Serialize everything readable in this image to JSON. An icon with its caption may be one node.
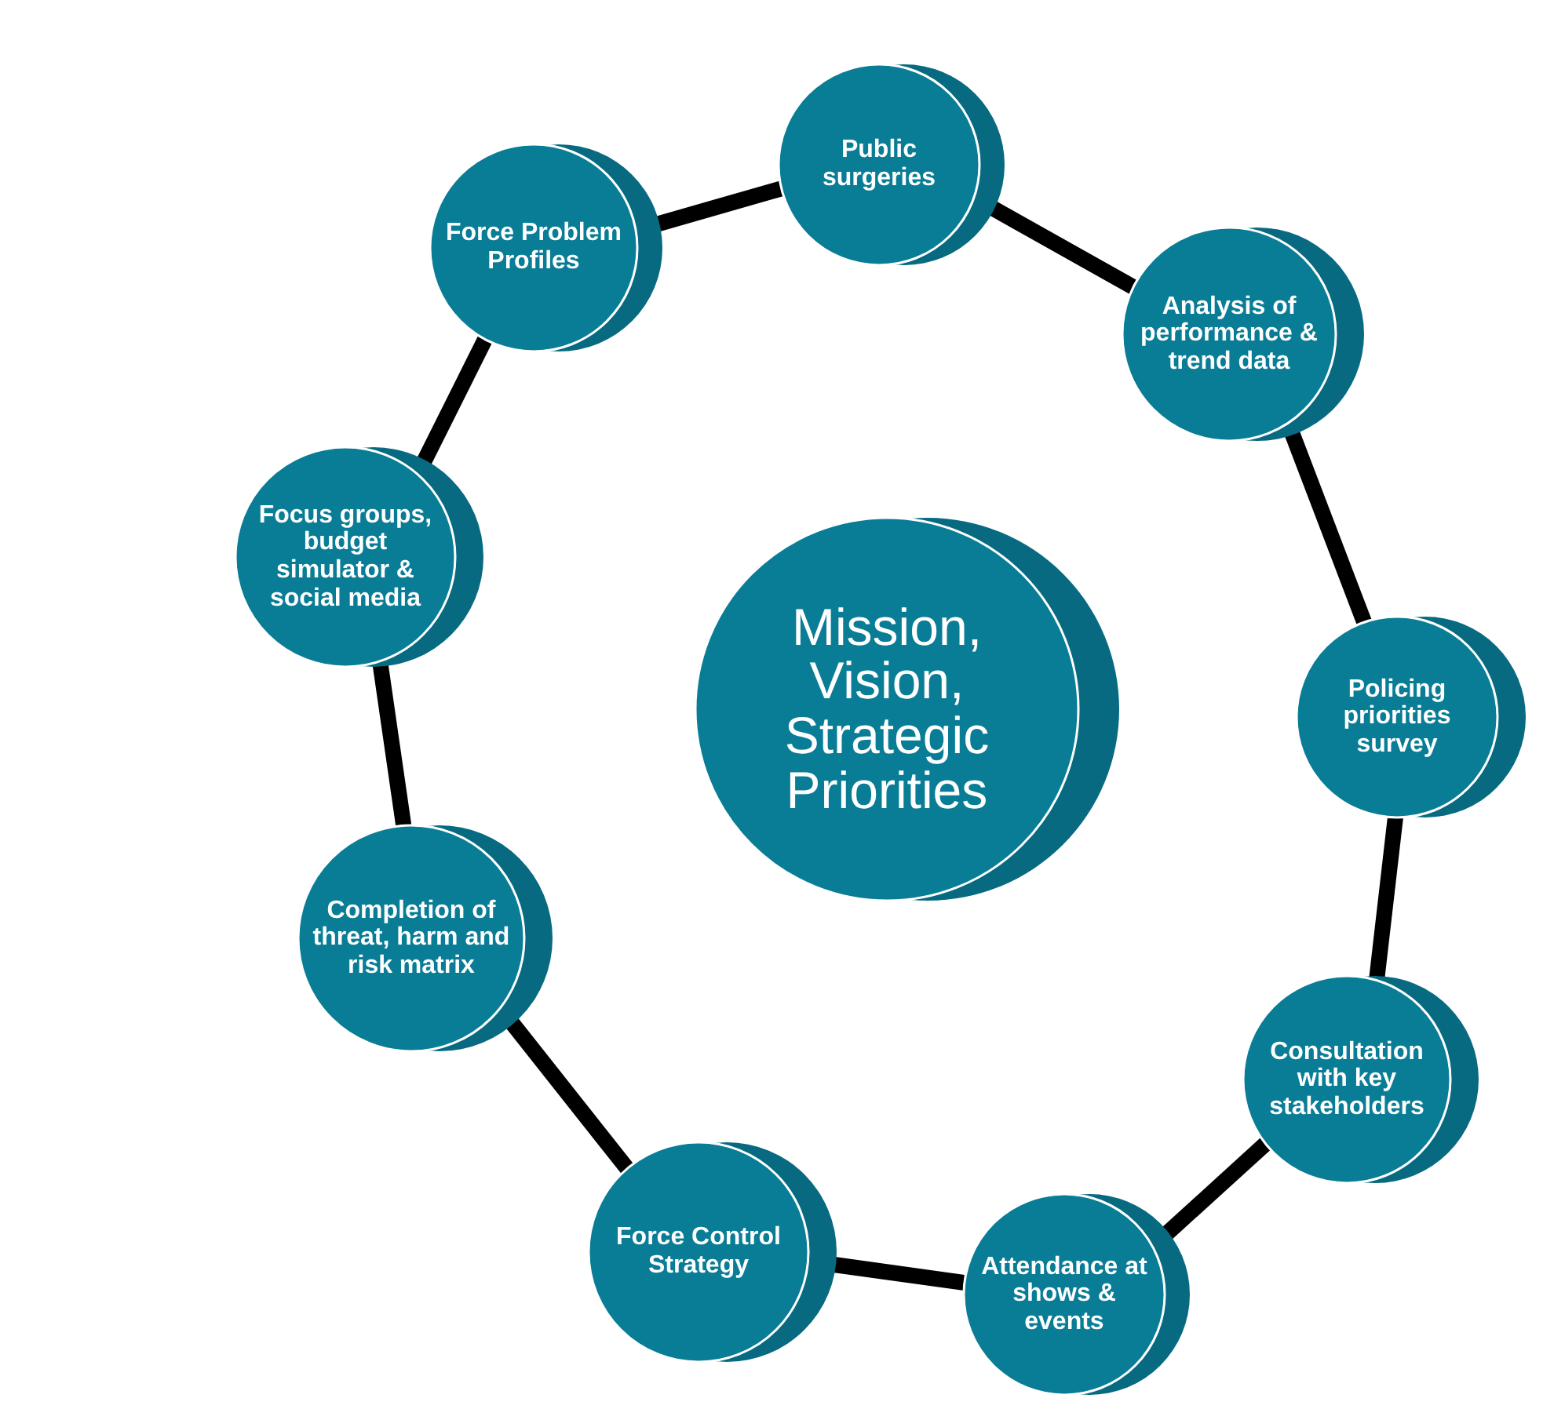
{
  "diagram": {
    "nodes": [
      {
        "text": [
          "Mission, Vision, Strategic Priorities"
        ]
      },
      {
        "text": [
          "Public surgeries"
        ]
      },
      {
        "text": [
          "Analysis of performance & trend data"
        ]
      },
      {
        "text": [
          "Policing priorities survey"
        ]
      },
      {
        "text": [
          "Consultation with key stakeholders"
        ]
      },
      {
        "text": [
          "Attendance at shows & events"
        ]
      },
      {
        "text": [
          "Force Control Strategy"
        ]
      },
      {
        "text": [
          "Completion of threat, harm and risk matrix"
        ]
      },
      {
        "text": [
          "Focus groups, budget simulator & social media"
        ]
      },
      {
        "text": [
          "Force Problem Profiles"
        ]
      }
    ],
    "edges": [
      {
        "from": 1,
        "to": 2,
        "arrow": "none"
      },
      {
        "from": 2,
        "to": 3,
        "arrow": "none"
      },
      {
        "from": 3,
        "to": 4,
        "arrow": "none"
      },
      {
        "from": 4,
        "to": 5,
        "arrow": "none"
      },
      {
        "from": 5,
        "to": 6,
        "arrow": "none"
      },
      {
        "from": 6,
        "to": 7,
        "arrow": "none"
      },
      {
        "from": 7,
        "to": 8,
        "arrow": "none"
      },
      {
        "from": 8,
        "to": 9,
        "arrow": "none"
      },
      {
        "from": 9,
        "to": 1,
        "arrow": "none"
      }
    ]
  }
}
